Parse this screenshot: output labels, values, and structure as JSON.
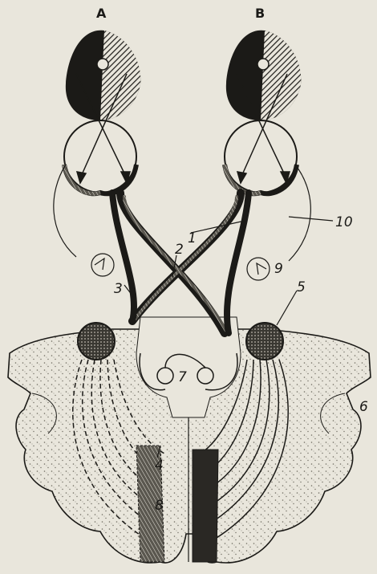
{
  "colors": {
    "paper": "#e9e6dc",
    "ink": "#1b1a17",
    "stipple": "#7c786d"
  },
  "eyes": [
    {
      "letter": "A"
    },
    {
      "letter": "B"
    }
  ],
  "numbers": {
    "n1": "1",
    "n2": "2",
    "n3": "3",
    "n4": "4",
    "n5": "5",
    "n6": "6",
    "n7": "7",
    "n8": "8",
    "n9": "9",
    "n10": "10"
  }
}
